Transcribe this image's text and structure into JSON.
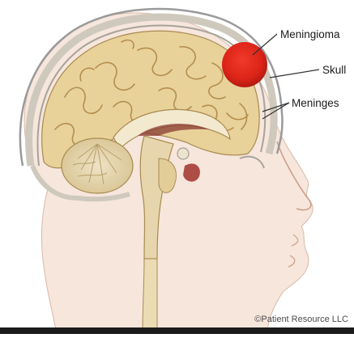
{
  "labels": {
    "meningioma": "Meningioma",
    "skull": "Skull",
    "meninges": "Meninges"
  },
  "credit": "©Patient Resource LLC",
  "colors": {
    "tumor": "#e0241c",
    "brain": "#e8d29a",
    "sulci": "#b89a5a",
    "skin": "#f6e6dc",
    "skull_bone": "#e6e1d6",
    "bottom_bar": "#1b1b1b"
  }
}
